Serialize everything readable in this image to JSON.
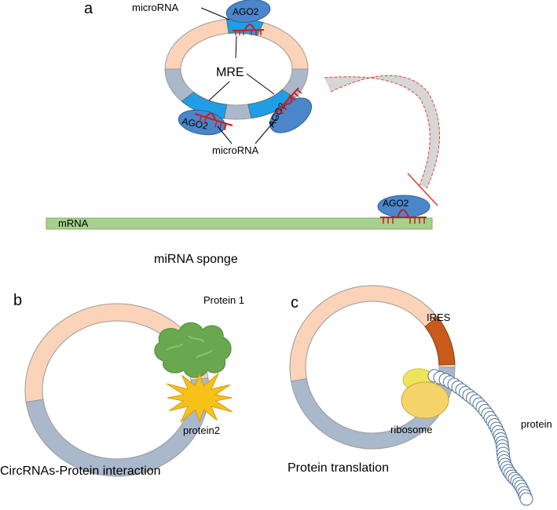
{
  "panels": {
    "a": {
      "letter": "a",
      "ago_label": "AGO2",
      "microrna_top": "microRNA",
      "microrna_bottom": "microRNA",
      "mre_label": "MRE",
      "mrna_label": "mRNA",
      "caption": "miRNA sponge"
    },
    "b": {
      "letter": "b",
      "protein1_label": "Protein 1",
      "protein2_label": "protein2",
      "caption": "CircRNAs-Protein interaction"
    },
    "c": {
      "letter": "c",
      "ires_label": "IRES",
      "ribosome_label": "ribosome",
      "protein_label": "protein",
      "caption": "Protein translation"
    }
  },
  "colors": {
    "peach": "#fbd3b8",
    "steel": "#a9b8cb",
    "mre_blue": "#1f9ee6",
    "ago_blue": "#4a86c9",
    "mirna_red": "#cc1b1b",
    "mrna_green": "#a7d08c",
    "ires_orange": "#c85a1b",
    "ribo_yellow_light": "#ece45a",
    "ribo_yellow": "#f5d46a",
    "protein1_green": "#6aa84f",
    "protein2_yellow": "#f6c21a"
  }
}
